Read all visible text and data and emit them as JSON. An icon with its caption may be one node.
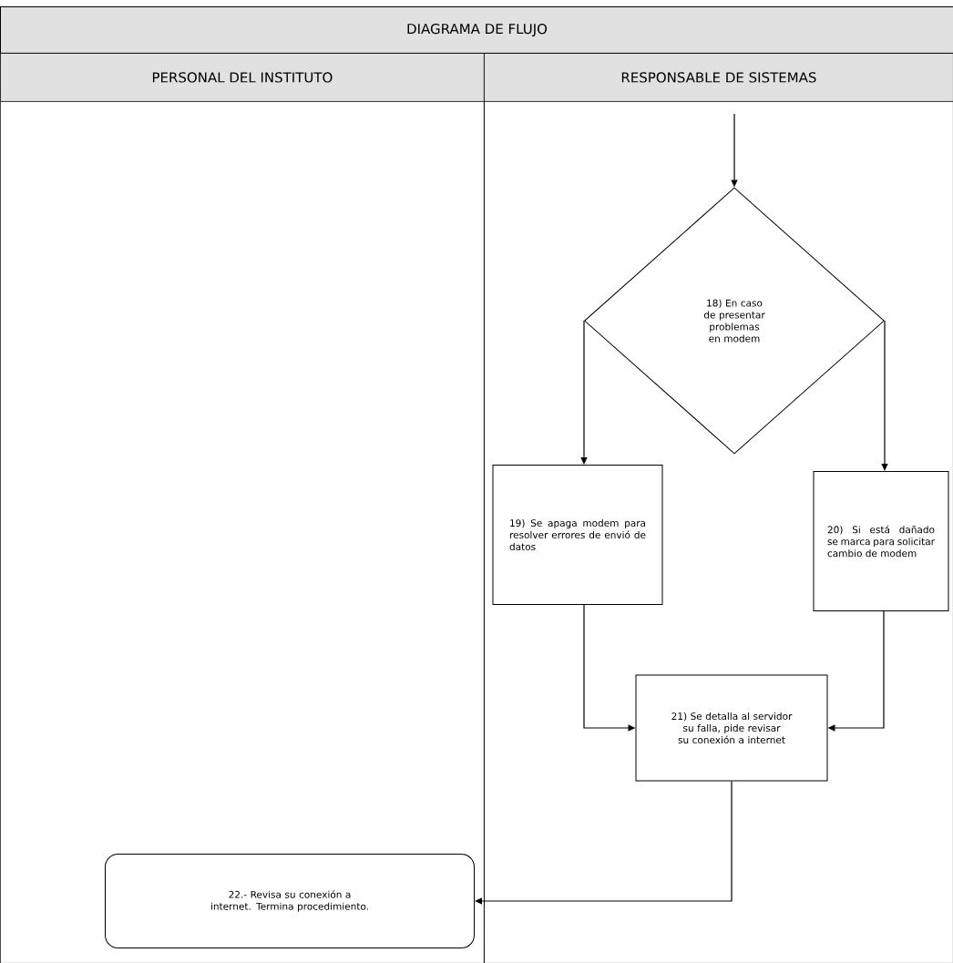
{
  "diagram": {
    "title": "DIAGRAMA DE FLUJO",
    "nodes": [
      {
        "text": [
          "PERSONAL DEL INSTITUTO"
        ]
      },
      {
        "text": [
          "RESPONSABLE DE SISTEMAS"
        ]
      },
      {
        "text": [
          "18) En caso de presentar problemas en modem"
        ],
        "in": 1
      },
      {
        "text": [
          "19) Se apaga modem para resolver errores de envió de datos"
        ],
        "in": 1
      },
      {
        "text": [
          "20) Si está dañado se marca para solicitar cambio de modem"
        ],
        "in": 1
      },
      {
        "text": [
          "21) Se detalla al servidor su falla, pide revisar su conexión a internet"
        ],
        "in": 1
      },
      {
        "text": [
          "22.- Revisa su conexión a internet. Termina procedimiento."
        ],
        "in": 0
      }
    ],
    "edges": [
      {
        "from": null,
        "to": 2,
        "arrow": "to"
      },
      {
        "from": 2,
        "to": 3,
        "arrow": "to"
      },
      {
        "from": 2,
        "to": 4,
        "arrow": "to"
      },
      {
        "from": 3,
        "to": 5,
        "arrow": "to"
      },
      {
        "from": 4,
        "to": 5,
        "arrow": "to"
      },
      {
        "from": 5,
        "to": 6,
        "arrow": "to"
      }
    ]
  }
}
